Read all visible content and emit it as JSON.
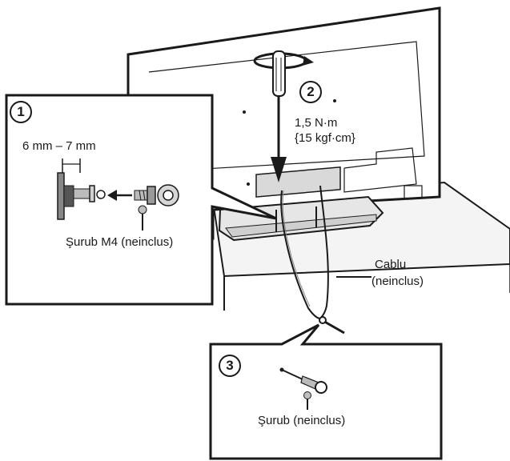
{
  "steps": {
    "one": "1",
    "two": "2",
    "three": "3"
  },
  "labels": {
    "distance": "6 mm – 7 mm",
    "screw_m4": "Şurub M4 (neinclus)",
    "torque_nm": "1,5 N·m",
    "torque_kgf": "{15 kgf·cm}",
    "cable_line1": "Cablu",
    "cable_line2": "(neinclus)",
    "screw": "Şurub (neinclus)"
  },
  "colors": {
    "ink": "#1a1a1a",
    "panel_fill": "#ffffff",
    "shade": "#d9d9d9"
  }
}
